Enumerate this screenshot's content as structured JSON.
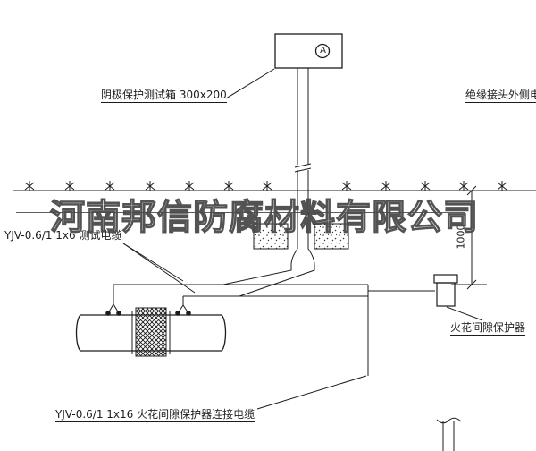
{
  "drawing": {
    "watermark": "河南邦信防腐材料有限公司",
    "ammeter_symbol": "A",
    "labels": {
      "test_box": "阴极保护测试箱 300x200",
      "outer_cable": "绝缘接头外侧电缆",
      "test_cable": "YJV-0.6/1 1x6  测试电缆",
      "spark_gap": "火花间隙保护器",
      "connect_cable": "YJV-0.6/1 1x16  火花间隙保护器连接电缆",
      "dimension": "1000"
    },
    "colors": {
      "line": "#1c1c1c",
      "watermark": "#4a4a4a",
      "background": "#ffffff"
    }
  }
}
